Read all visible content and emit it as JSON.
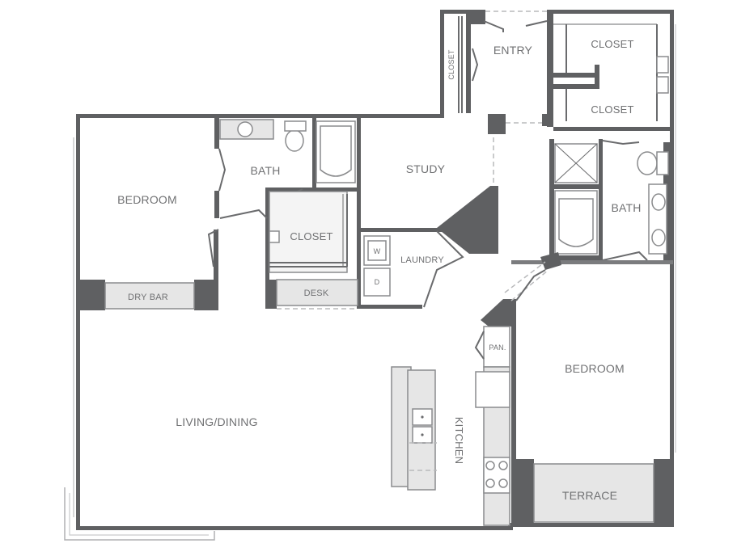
{
  "rooms": {
    "entry": "ENTRY",
    "closet_hall": "CLOSET",
    "closet_top": "CLOSET",
    "closet_mid": "CLOSET",
    "bath_left": "BATH",
    "study": "STUDY",
    "bedroom_left": "BEDROOM",
    "closet_center": "CLOSET",
    "laundry": "LAUNDRY",
    "bath_right": "BATH",
    "dry_bar": "DRY BAR",
    "desk": "DESK",
    "pantry": "PAN.",
    "living_dining": "LIVING/DINING",
    "kitchen": "KITCHEN",
    "bedroom_right": "BEDROOM",
    "terrace": "TERRACE"
  },
  "appliances": {
    "washer": "W",
    "dryer": "D"
  }
}
